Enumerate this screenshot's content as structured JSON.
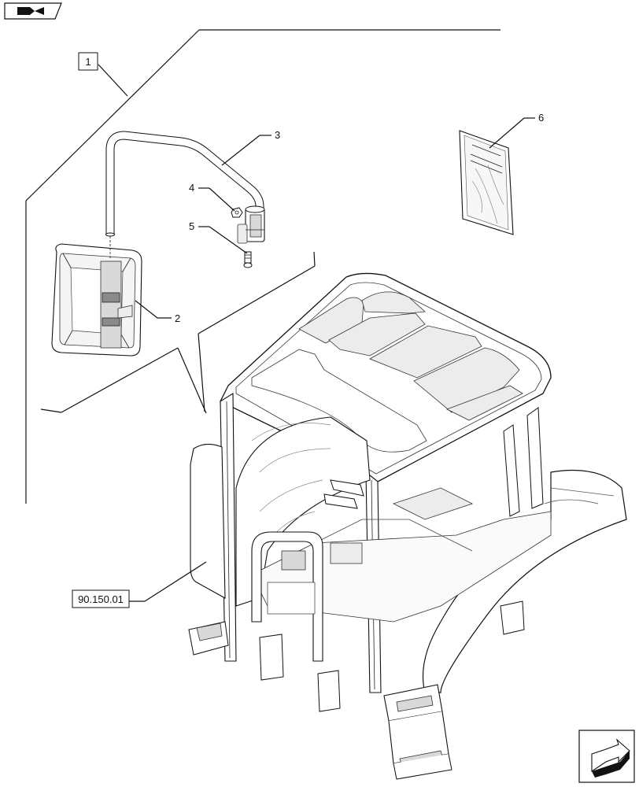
{
  "callouts": {
    "group_ref": "1",
    "mirror": "2",
    "mirror_arm": "3",
    "nut": "4",
    "screw": "5",
    "instructions": "6"
  },
  "reference": {
    "cab_ref": "90.150.01"
  },
  "icons": {
    "top_left": "nav-back-icon",
    "bottom_right": "next-page-arrow-icon"
  }
}
